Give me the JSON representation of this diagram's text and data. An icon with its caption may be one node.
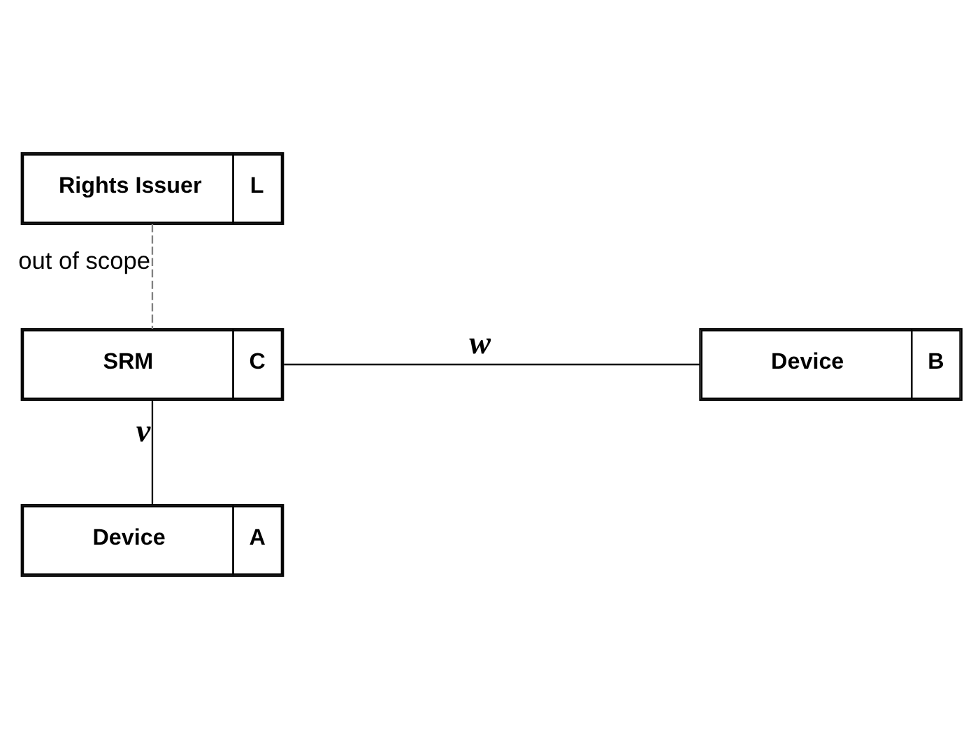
{
  "diagram": {
    "nodes": [
      {
        "text": [
          "Rights Issuer",
          "L"
        ]
      },
      {
        "text": [
          "SRM",
          "C"
        ]
      },
      {
        "text": [
          "Device",
          "B"
        ]
      },
      {
        "text": [
          "Device",
          "A"
        ]
      }
    ],
    "edges": [
      {
        "from": 0,
        "to": 1,
        "arrow": "none",
        "label": "out of scope",
        "style": "dashed",
        "color": "#808080"
      },
      {
        "from": 1,
        "to": 2,
        "arrow": "none",
        "label": "w"
      },
      {
        "from": 1,
        "to": 3,
        "arrow": "none",
        "label": "v"
      }
    ]
  }
}
